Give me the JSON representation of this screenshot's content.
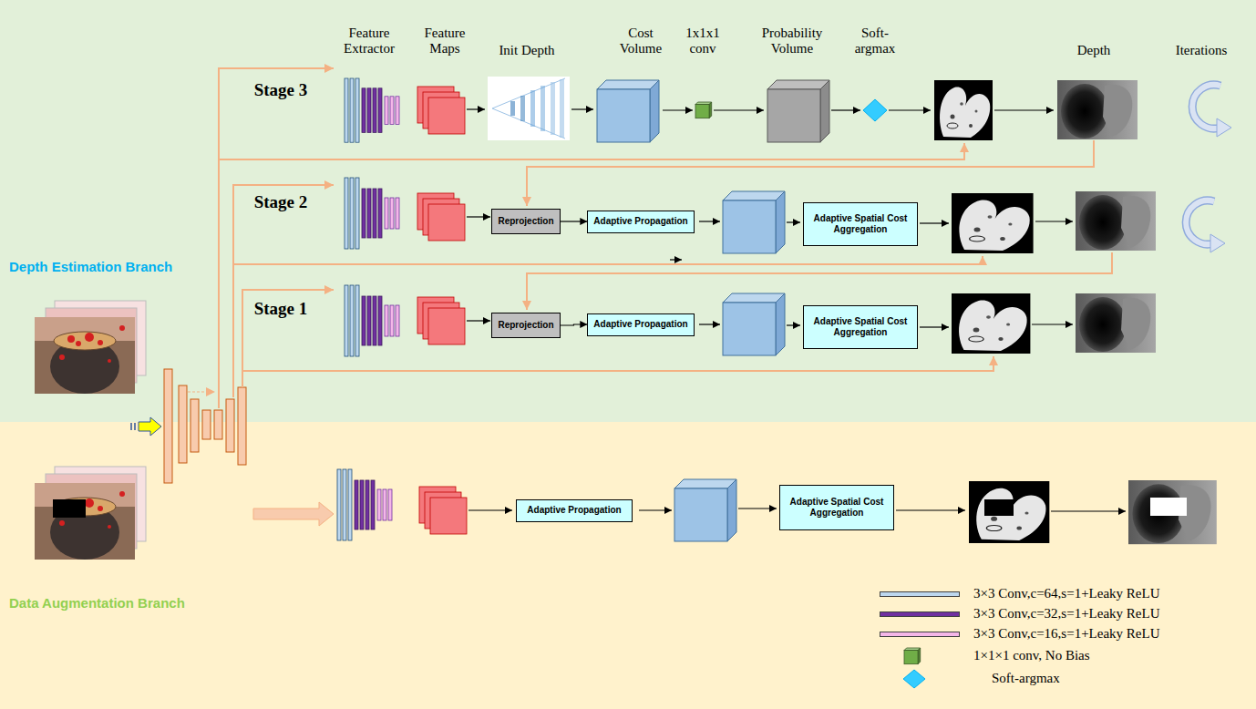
{
  "diagram": {
    "nodes": [
      {
        "text": [
          "Depth Estimation Branch"
        ]
      },
      {
        "text": [
          "Reprojection"
        ],
        "in": 0
      },
      {
        "text": [
          "Adaptive Propagation"
        ],
        "in": 0
      },
      {
        "text": [
          "Adaptive Spatial Cost Aggregation"
        ],
        "in": 0
      },
      {
        "text": [
          "Reprojection"
        ],
        "in": 0
      },
      {
        "text": [
          "Adaptive Propagation"
        ],
        "in": 0
      },
      {
        "text": [
          "Adaptive Spatial Cost Aggregation"
        ],
        "in": 0
      },
      {
        "text": [
          "Data Augmentation Branch"
        ]
      },
      {
        "text": [
          "Adaptive Propagation"
        ],
        "in": 7
      },
      {
        "text": [
          "Adaptive Spatial Cost Aggregation"
        ],
        "in": 7
      }
    ],
    "edges": [
      {
        "from": 1,
        "to": 2,
        "arrow": "to"
      },
      {
        "from": 4,
        "to": 5,
        "arrow": "to"
      }
    ],
    "labels": [
      "Feature Extractor",
      "Feature Maps",
      "Init Depth",
      "Cost Volume",
      "1x1x1 conv",
      "Probability Volume",
      "Soft-argmax",
      "Depth",
      "Iterations",
      "Stage 3",
      "Stage 2",
      "Stage 1"
    ],
    "legend": [
      {
        "text": "3×3 Conv,c=64,s=1+Leaky ReLU",
        "color": "#bdd7ee"
      },
      {
        "text": "3×3 Conv,c=32,s=1+Leaky ReLU",
        "color": "#7030a0"
      },
      {
        "text": "3×3 Conv,c=16,s=1+Leaky ReLU",
        "color": "#f4b6e8"
      },
      {
        "text": "1×1×1 conv, No Bias"
      },
      {
        "text": "Soft-argmax"
      }
    ]
  }
}
